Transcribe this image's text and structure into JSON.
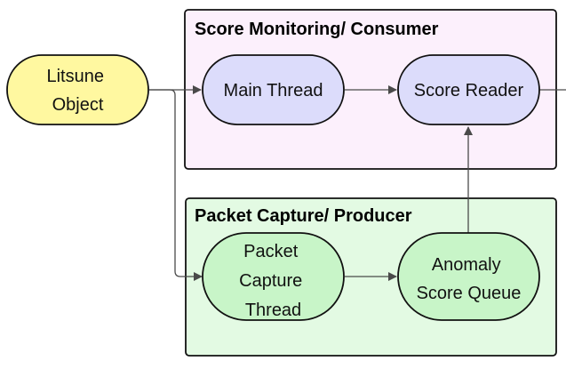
{
  "colors": {
    "consumer_group_fill": "#fcf0fc",
    "consumer_node_fill": "#dcdcfb",
    "producer_group_fill": "#e3fae3",
    "producer_node_fill": "#c8f5c8",
    "source_node_fill": "#fff8a0",
    "stroke": "#111111",
    "edge": "#4a4a4a"
  },
  "groups": {
    "consumer": {
      "title": "Score Monitoring/ Consumer"
    },
    "producer": {
      "title": "Packet Capture/ Producer"
    }
  },
  "nodes": {
    "litsune": {
      "lines": [
        "Litsune",
        "Object"
      ]
    },
    "main_thread": {
      "lines": [
        "Main Thread"
      ]
    },
    "score_reader": {
      "lines": [
        "Score Reader"
      ]
    },
    "packet_capture": {
      "lines": [
        "Packet",
        "Capture",
        "Thread"
      ]
    },
    "anomaly_queue": {
      "lines": [
        "Anomaly",
        "Score Queue"
      ]
    }
  },
  "edges": [
    {
      "from": "litsune",
      "to": "main_thread"
    },
    {
      "from": "litsune",
      "to": "packet_capture"
    },
    {
      "from": "main_thread",
      "to": "score_reader"
    },
    {
      "from": "packet_capture",
      "to": "anomaly_queue"
    },
    {
      "from": "anomaly_queue",
      "to": "score_reader"
    },
    {
      "from": "score_reader",
      "to": "offscreen-right"
    }
  ]
}
